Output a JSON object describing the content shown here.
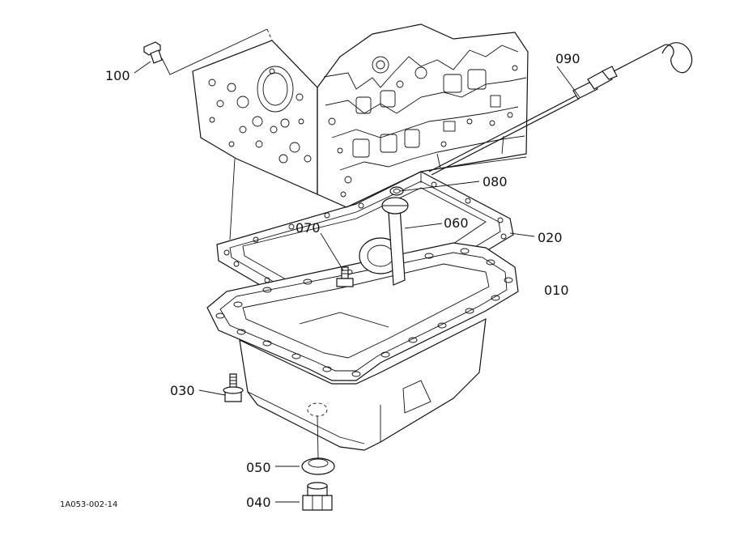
{
  "parts": [
    {
      "id": "p100",
      "label": "100",
      "name": "plug"
    },
    {
      "id": "p090",
      "label": "090",
      "name": "dipstick"
    },
    {
      "id": "p080",
      "label": "080",
      "name": "o-ring"
    },
    {
      "id": "p060",
      "label": "060",
      "name": "oil-strainer"
    },
    {
      "id": "p070",
      "label": "070",
      "name": "bolt"
    },
    {
      "id": "p020",
      "label": "020",
      "name": "gasket"
    },
    {
      "id": "p010",
      "label": "010",
      "name": "oil-pan"
    },
    {
      "id": "p030",
      "label": "030",
      "name": "bolt"
    },
    {
      "id": "p050",
      "label": "050",
      "name": "gasket-ring"
    },
    {
      "id": "p040",
      "label": "040",
      "name": "drain-plug"
    }
  ],
  "reference_code": "1A053-002-14"
}
